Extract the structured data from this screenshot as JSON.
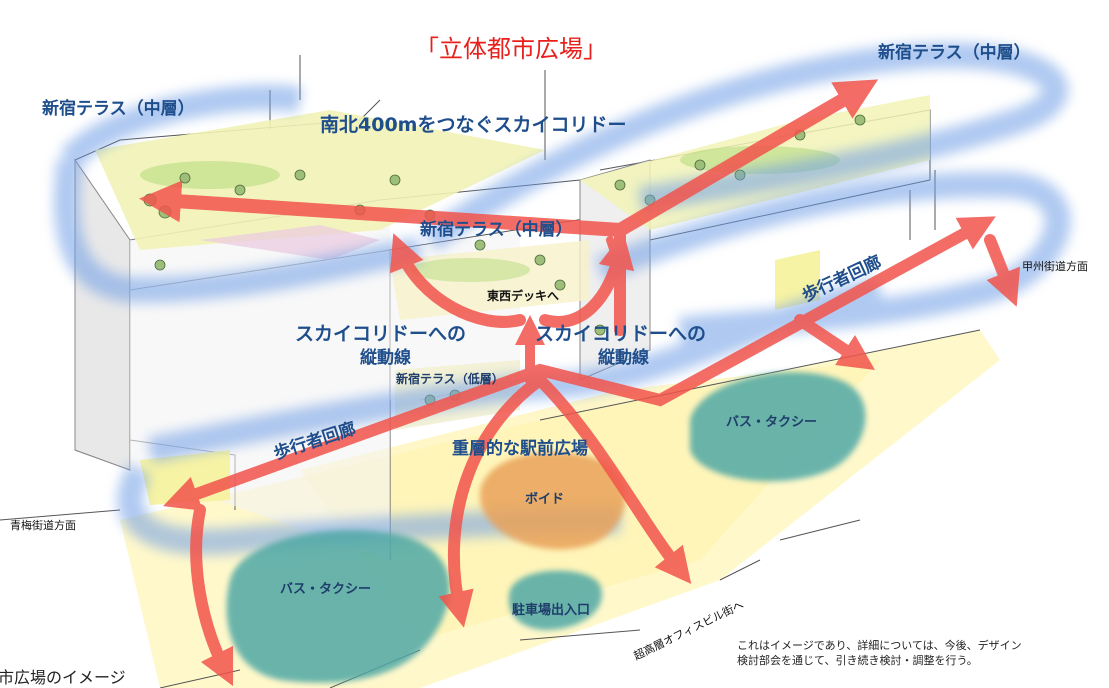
{
  "title": "「立体都市広場」",
  "labels": {
    "terrace_mid_left": "新宿テラス（中層）",
    "terrace_mid_right": "新宿テラス（中層）",
    "terrace_mid_center": "新宿テラス（中層）",
    "terrace_low": "新宿テラス（低層）",
    "sky_corridor": "南北400mをつなぐスカイコリドー",
    "east_west_deck": "東西デッキへ",
    "vertical_left_1": "スカイコリドーへの",
    "vertical_left_2": "縦動線",
    "vertical_right_1": "スカイコリドーへの",
    "vertical_right_2": "縦動線",
    "pedestrian_left": "歩行者回廊",
    "pedestrian_right": "歩行者回廊",
    "station_plaza": "重層的な駅前広場",
    "void": "ボイド",
    "bus_taxi_left": "バス・タクシー",
    "bus_taxi_right": "バス・タクシー",
    "parking": "駐車場出入口",
    "koshu": "甲州街道方面",
    "ome": "青梅街道方面",
    "office": "超高層オフィスビル街へ",
    "caption": "市広場のイメージ"
  },
  "note": {
    "line1": "これはイメージであり、詳細については、今後、デザイン",
    "line2": "検討部会を通じて、引き続き検討・調整を行う。"
  },
  "colors": {
    "arrow": "#f2544c",
    "halo": "#6f9ee6",
    "bus_area": "#4fa8a6",
    "void_area": "#e9a25a",
    "ground": "#fff7c2",
    "label_blue": "#1f4e8c",
    "title_red": "#e8201c"
  }
}
